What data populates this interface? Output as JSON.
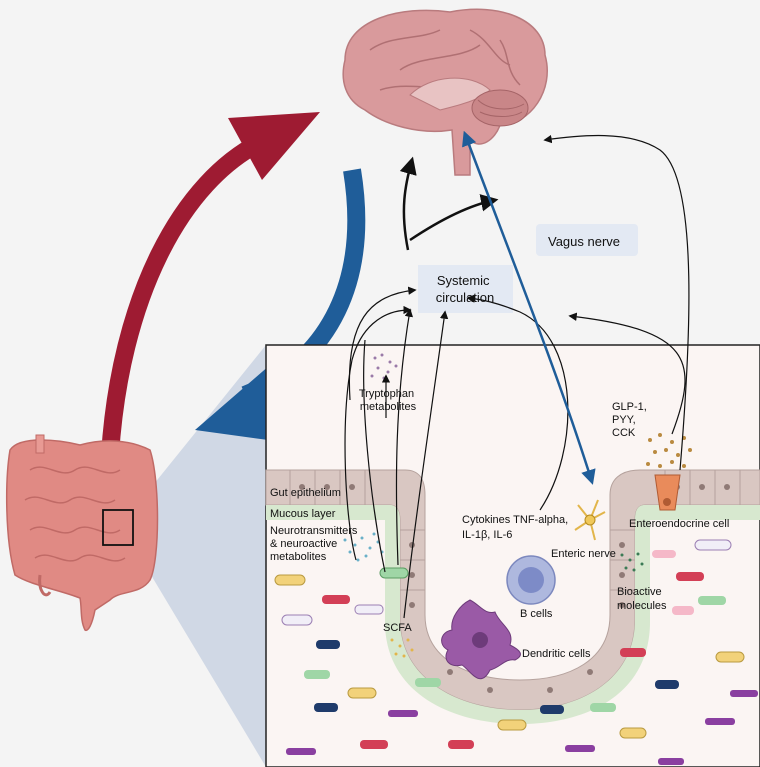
{
  "labels": {
    "vagus_nerve": "Vagus nerve",
    "systemic_circulation": [
      "Systemic",
      "circulation"
    ],
    "tryptophan": [
      "Tryptophan",
      "metabolites"
    ],
    "glp": [
      "GLP-1,",
      "PYY,",
      "CCK"
    ],
    "gut_epithelium": "Gut epithelium",
    "mucous_layer": "Mucous layer",
    "neurotransmitters": [
      "Neurotransmitters",
      "& neuroactive",
      "metabolites"
    ],
    "cytokines": [
      "Cytokines TNF-alpha,",
      "IL-1β, IL-6"
    ],
    "enteroendocrine": "Enteroendocrine cell",
    "enteric_nerve": "Enteric nerve",
    "bioactive": [
      "Bioactive",
      "molecules"
    ],
    "b_cells": "B cells",
    "scfa": "SCFA",
    "dendritic_cells": "Dendritic cells"
  },
  "colors": {
    "brain": "#d99a9c",
    "gut": "#e08a84",
    "red_arrow": "#9e1b32",
    "blue_arrow": "#1f5d99",
    "lumen": "#f8ecea",
    "mucus": "#d7e8cf",
    "epithelium": "#d9c7c2",
    "circulation_box": "#e3e9f3"
  }
}
